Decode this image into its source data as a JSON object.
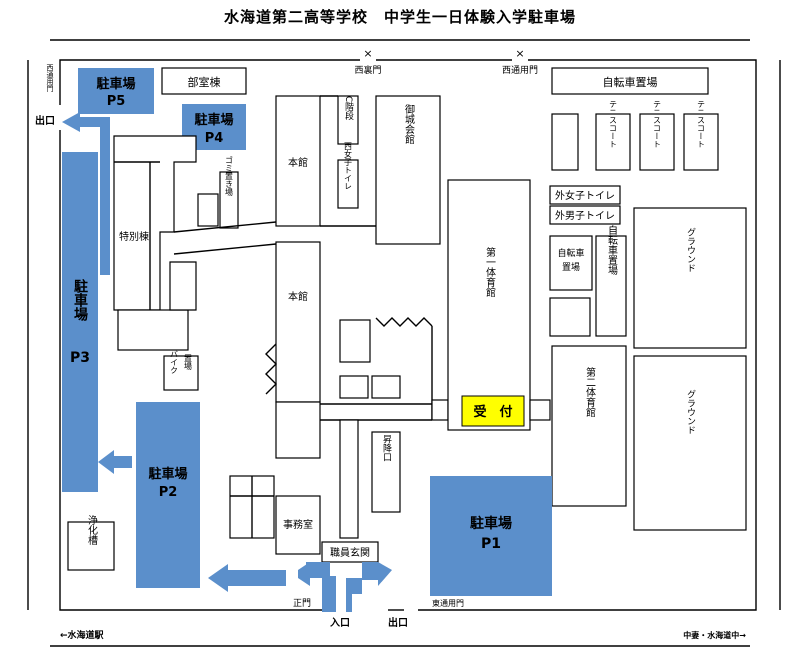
{
  "title": "水海道第二高等学校　中学生一日体験入学駐車場",
  "parking": {
    "p1": "駐車場",
    "p1_id": "P1",
    "p2": "駐車場",
    "p2_id": "P2",
    "p3": "駐車場",
    "p3_id": "P3",
    "p4": "駐車場",
    "p4_id": "P4",
    "p5": "駐車場",
    "p5_id": "P5"
  },
  "buildings": {
    "bushitsu": "部室棟",
    "jitensha_top": "自転車置場",
    "tennis1": "テニスコート",
    "tennis2": "テニスコート",
    "tennis3": "テニスコート",
    "c_kaidan": "C階段",
    "honkan_top": "本館",
    "honkan_mid": "本館",
    "nishi_toilet": "西女子トイレ",
    "gojokaikan": "御城会館",
    "gomi": "ゴミ置き場",
    "tokubetsu": "特別棟",
    "dai1": "第一体育館",
    "dai2": "第二体育館",
    "soto_onna": "外女子トイレ",
    "soto_otoko": "外男子トイレ",
    "jitensha_a": "自転車置場",
    "jitensha_b": "自転車置場",
    "ground1": "グラウンド",
    "ground2": "グラウンド",
    "bike": "バイク置場",
    "shokoguchi": "昇降口",
    "jimushitsu": "事務室",
    "shokuin": "職員玄関",
    "joka": "浄化槽",
    "uketsuke": "受　付"
  },
  "gates": {
    "nishiura": "西裏門",
    "nishidori": "西通用門",
    "gate_mark": "×",
    "west_service": "西通用門",
    "west_exit": "出口",
    "seimon": "正門",
    "higashi": "東通用門",
    "iriguchi": "入口",
    "deguchi": "出口"
  },
  "roads": {
    "left": "←水海道駅",
    "right": "中妻・水海道中→"
  },
  "colors": {
    "parking": "#5b8fcb",
    "reception": "#ffff00"
  }
}
